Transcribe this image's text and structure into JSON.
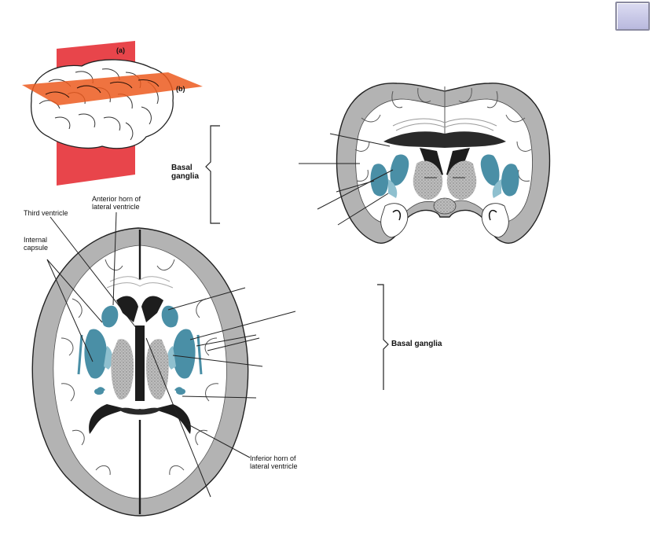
{
  "controls": {
    "corner_button": ""
  },
  "orientation": {
    "label_a": "(a)",
    "label_b": "(b)"
  },
  "coronal": {
    "basal_ganglia_label": "Basal\nganglia"
  },
  "horizontal": {
    "anterior_horn": "Anterior horn of\nlateral ventricle",
    "third_ventricle": "Third ventricle",
    "internal_capsule": "Internal\ncapsule",
    "inferior_horn": "Inferior horn of\nlateral ventricle",
    "basal_ganglia_label": "Basal ganglia"
  },
  "colors": {
    "plane_red": "#e4252b",
    "plane_orange": "#ec5a1e",
    "nuclei_teal": "#4a8fa6",
    "nuclei_light": "#8fc0cf",
    "cortex_gray": "#b3b3b3",
    "thalamus_gray": "#9c9c9c"
  }
}
